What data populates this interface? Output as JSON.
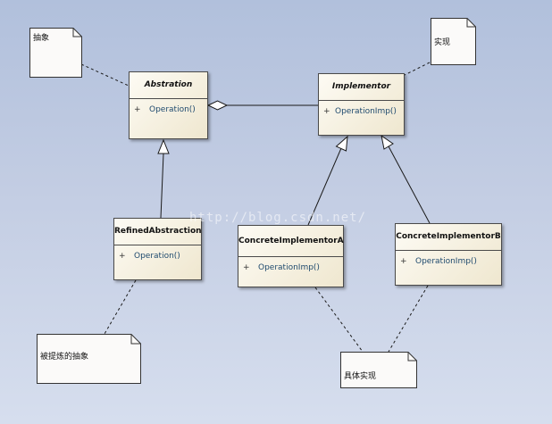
{
  "classes": {
    "abstraction": {
      "name": "Abstration",
      "visibility": "+",
      "operation": "Operation()"
    },
    "implementor": {
      "name": "Implementor",
      "visibility": "+",
      "operation": "OperationImp()"
    },
    "refined_abstraction": {
      "name": "RefinedAbstraction",
      "visibility": "+",
      "operation": "Operation()"
    },
    "concrete_implementor_a": {
      "name": "ConcreteImplementorA",
      "visibility": "+",
      "operation": "OperationImp()"
    },
    "concrete_implementor_b": {
      "name": "ConcreteImplementorB",
      "visibility": "+",
      "operation": "OperationImp()"
    }
  },
  "notes": {
    "abstraction_note": "抽象",
    "implementor_note": "实现",
    "refined_note": "被提炼的抽象",
    "concrete_note": "具体实现"
  },
  "watermark": "http://blog.csdn.net/",
  "colors": {
    "class_fill_start": "#fdfbf4",
    "class_fill_end": "#efe7cf",
    "operation_text": "#1f4a6e",
    "background": "#c3cde3"
  }
}
